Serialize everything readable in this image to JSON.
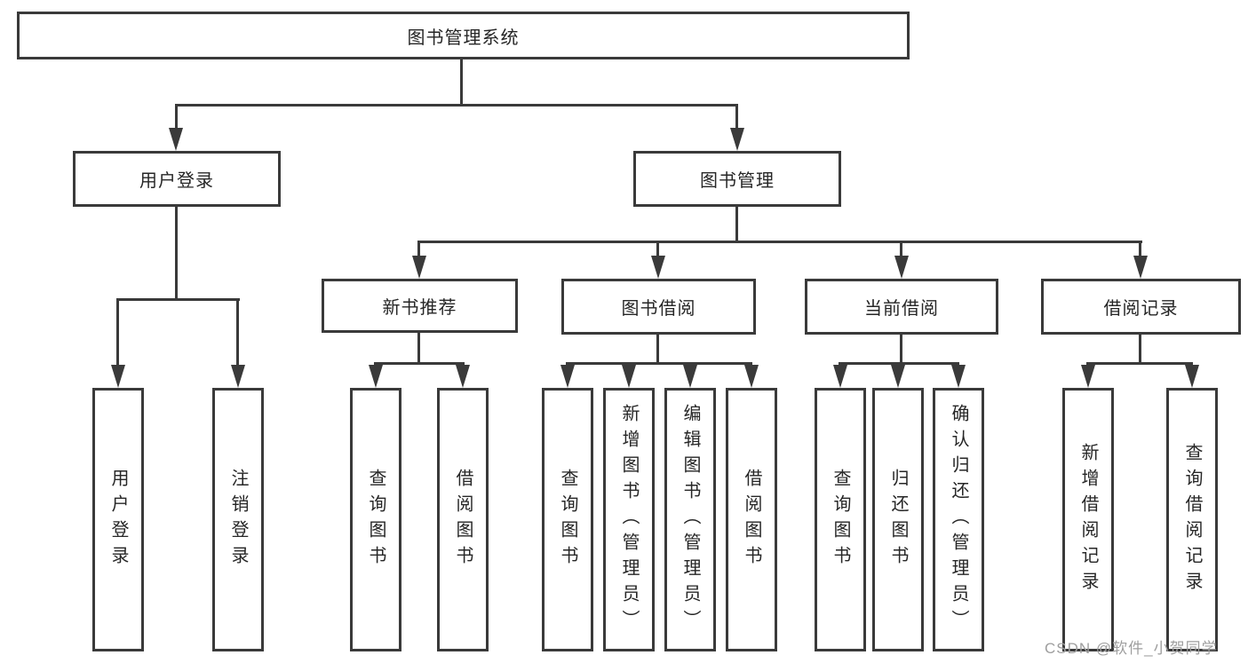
{
  "diagram": {
    "tree": {
      "label": "图书管理系统",
      "children": [
        {
          "label": "用户登录",
          "children": [
            {
              "label": "用户登录"
            },
            {
              "label": "注销登录"
            }
          ]
        },
        {
          "label": "图书管理",
          "children": [
            {
              "label": "新书推荐",
              "children": [
                {
                  "label": "查询图书"
                },
                {
                  "label": "借阅图书"
                }
              ]
            },
            {
              "label": "图书借阅",
              "children": [
                {
                  "label": "查询图书"
                },
                {
                  "label": "新增图书（管理员）"
                },
                {
                  "label": "编辑图书（管理员）"
                },
                {
                  "label": "借阅图书"
                }
              ]
            },
            {
              "label": "当前借阅",
              "children": [
                {
                  "label": "查询图书"
                },
                {
                  "label": "归还图书"
                },
                {
                  "label": "确认归还（管理员）"
                }
              ]
            },
            {
              "label": "借阅记录",
              "children": [
                {
                  "label": "新增借阅记录"
                },
                {
                  "label": "查询借阅记录"
                }
              ]
            }
          ]
        }
      ]
    }
  },
  "watermark": {
    "text": "CSDN @软件_小贺同学"
  },
  "colors": {
    "line": "#3a3a3a",
    "text": "#262626",
    "background": "#ffffff",
    "watermark": "#9e9e9e"
  }
}
